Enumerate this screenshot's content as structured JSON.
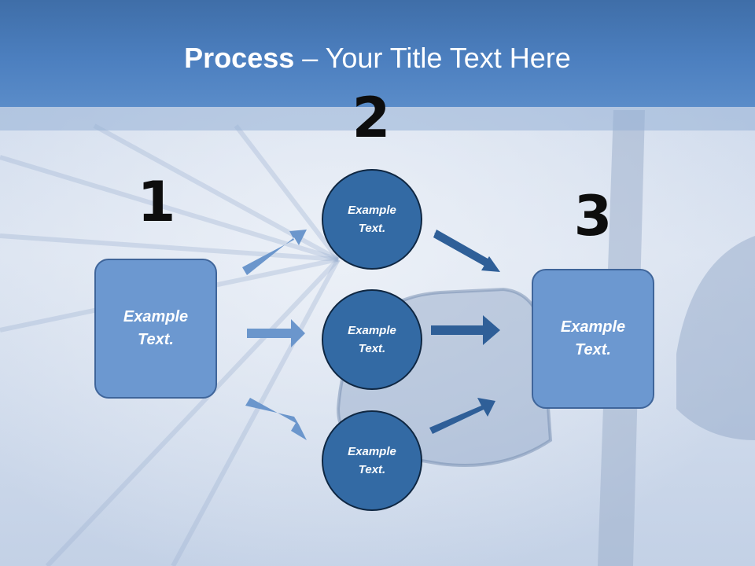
{
  "slide": {
    "title_bold": "Process",
    "title_rest": " – Your Title Text Here"
  },
  "steps": {
    "one": {
      "number": "1",
      "text": "Example Text."
    },
    "two": {
      "number": "2",
      "items": [
        {
          "text": "Example Text."
        },
        {
          "text": "Example Text."
        },
        {
          "text": "Example Text."
        }
      ]
    },
    "three": {
      "number": "3",
      "text": "Example Text."
    }
  },
  "colors": {
    "title_bar": "#4c7fbf",
    "box_fill": "#6c98d0",
    "circle_fill": "#336aa4",
    "arrow_light": "#6b96cc",
    "arrow_dark": "#2f5f98",
    "number_text": "#0d0d0d"
  }
}
